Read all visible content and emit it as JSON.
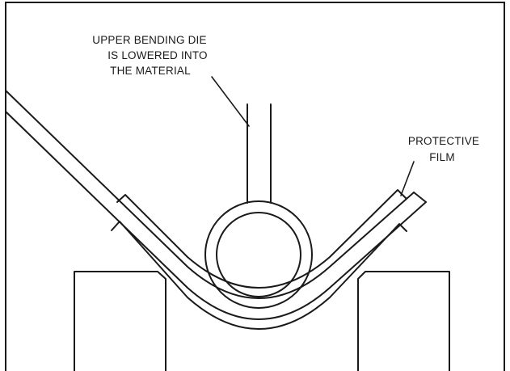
{
  "labels": {
    "die_line1": "UPPER BENDING DIE",
    "die_line2": "IS LOWERED INTO",
    "die_line3": "THE MATERIAL",
    "film_line1": "PROTECTIVE",
    "film_line2": "FILM"
  },
  "colors": {
    "stroke": "#1a1a1a",
    "background": "#ffffff"
  }
}
